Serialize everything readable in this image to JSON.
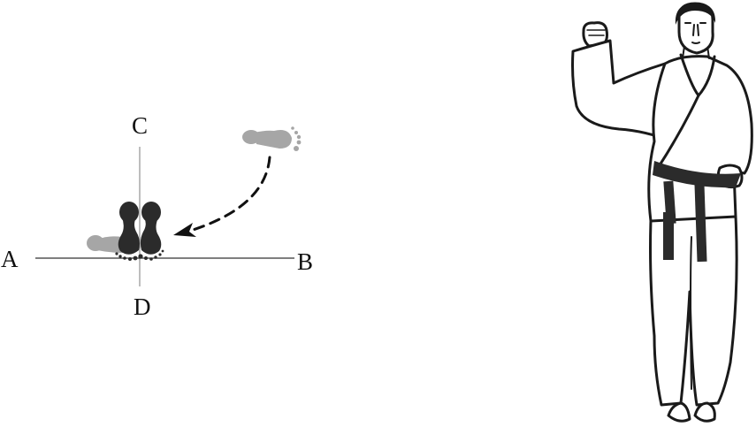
{
  "diagram": {
    "type": "stance-footwork-diagram",
    "directions": {
      "north": "C",
      "south": "D",
      "west": "A",
      "east": "B"
    },
    "footprints": {
      "start": {
        "description": "single grey footprint, upper right",
        "color": "#a6a6a6"
      },
      "end": {
        "description": "two dark footprints side by side at center (closed stance)",
        "color": "#2b2b2b"
      },
      "ghost": {
        "description": "grey footprint behind, left of center",
        "color": "#a6a6a6"
      }
    },
    "movement_arrow": {
      "style": "dashed curve",
      "from": "upper-right footprint",
      "to": "center feet",
      "color": "#111111"
    },
    "axis_colors": {
      "vertical": "#9a9a9a",
      "horizontal": "#333333"
    }
  },
  "figure": {
    "description": "martial artist in white gi with black belt, right fist raised, left fist at hip, feet together",
    "belt_color": "#2b2b2b",
    "outline_color": "#1a1a1a"
  }
}
